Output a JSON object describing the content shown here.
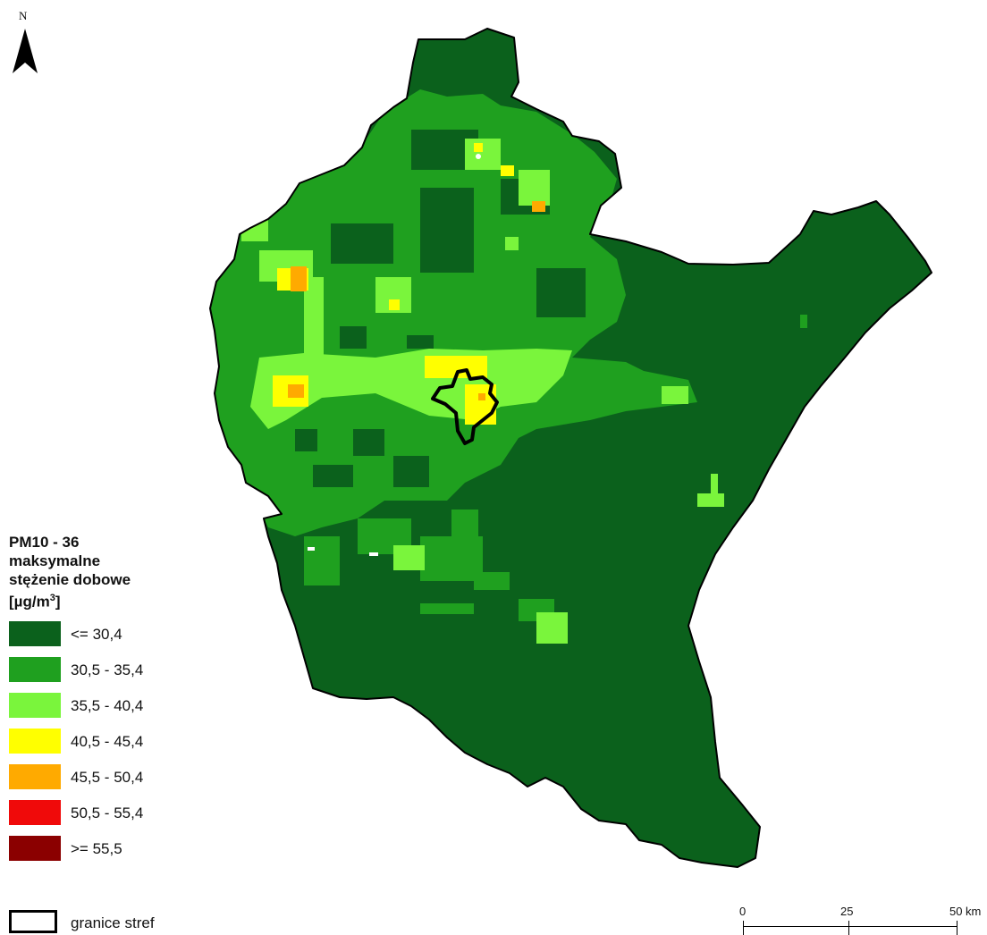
{
  "north_label": "N",
  "legend": {
    "title_line1": "PM10 - 36",
    "title_line2": "maksymalne",
    "title_line3": "stężenie dobowe",
    "unit_prefix": "[µg/m",
    "unit_sup": "3",
    "unit_suffix": "]",
    "classes": [
      {
        "label": "<= 30,4",
        "color": "#0b611c"
      },
      {
        "label": "30,5 - 35,4",
        "color": "#1fa01f"
      },
      {
        "label": "35,5 - 40,4",
        "color": "#7af53c"
      },
      {
        "label": "40,5 - 45,4",
        "color": "#ffff00"
      },
      {
        "label": "45,5 - 50,4",
        "color": "#ffaa00"
      },
      {
        "label": "50,5 - 55,4",
        "color": "#f00a0a"
      },
      {
        "label": ">= 55,5",
        "color": "#8b0000"
      }
    ]
  },
  "zone_legend": {
    "label": "granice stref"
  },
  "scale": {
    "labels": [
      "0",
      "25",
      "50"
    ],
    "unit": "km"
  }
}
